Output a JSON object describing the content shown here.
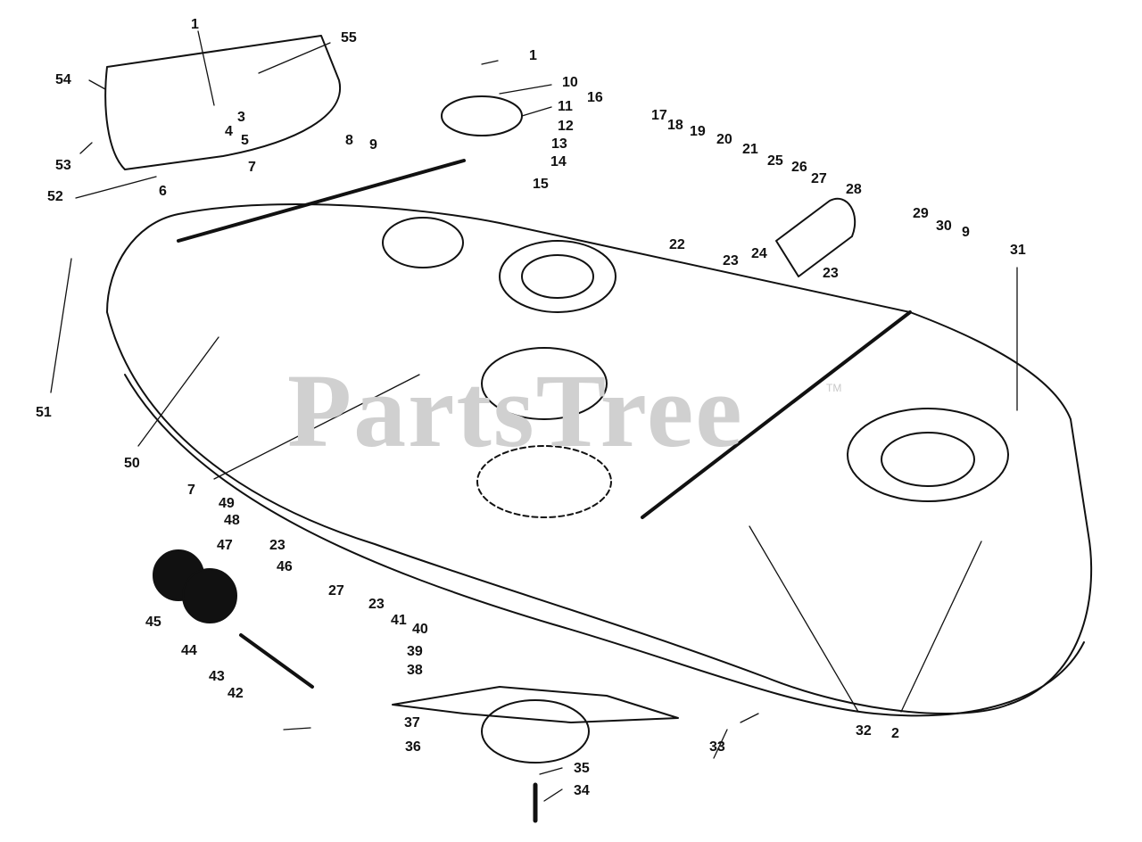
{
  "diagram": {
    "title": "Mower deck assembly exploded parts diagram",
    "watermark": "PartsTree",
    "watermark_tm": "TM",
    "colors": {
      "line": "#111111",
      "background": "#ffffff",
      "watermark": "#d0d0d0"
    },
    "callouts": [
      {
        "id": "c1a",
        "label": "1"
      },
      {
        "id": "c55",
        "label": "55"
      },
      {
        "id": "c54",
        "label": "54"
      },
      {
        "id": "c3",
        "label": "3"
      },
      {
        "id": "c4",
        "label": "4"
      },
      {
        "id": "c5",
        "label": "5"
      },
      {
        "id": "c53",
        "label": "53"
      },
      {
        "id": "c52",
        "label": "52"
      },
      {
        "id": "c6",
        "label": "6"
      },
      {
        "id": "c7a",
        "label": "7"
      },
      {
        "id": "c8",
        "label": "8"
      },
      {
        "id": "c9a",
        "label": "9"
      },
      {
        "id": "c1b",
        "label": "1"
      },
      {
        "id": "c10",
        "label": "10"
      },
      {
        "id": "c11",
        "label": "11"
      },
      {
        "id": "c12",
        "label": "12"
      },
      {
        "id": "c13",
        "label": "13"
      },
      {
        "id": "c14",
        "label": "14"
      },
      {
        "id": "c15",
        "label": "15"
      },
      {
        "id": "c16",
        "label": "16"
      },
      {
        "id": "c17",
        "label": "17"
      },
      {
        "id": "c18",
        "label": "18"
      },
      {
        "id": "c19",
        "label": "19"
      },
      {
        "id": "c20",
        "label": "20"
      },
      {
        "id": "c21",
        "label": "21"
      },
      {
        "id": "c25",
        "label": "25"
      },
      {
        "id": "c26",
        "label": "26"
      },
      {
        "id": "c27a",
        "label": "27"
      },
      {
        "id": "c28",
        "label": "28"
      },
      {
        "id": "c22",
        "label": "22"
      },
      {
        "id": "c23a",
        "label": "23"
      },
      {
        "id": "c24",
        "label": "24"
      },
      {
        "id": "c23b",
        "label": "23"
      },
      {
        "id": "c29",
        "label": "29"
      },
      {
        "id": "c30",
        "label": "30"
      },
      {
        "id": "c9b",
        "label": "9"
      },
      {
        "id": "c31",
        "label": "31"
      },
      {
        "id": "c51",
        "label": "51"
      },
      {
        "id": "c50",
        "label": "50"
      },
      {
        "id": "c7b",
        "label": "7"
      },
      {
        "id": "c49",
        "label": "49"
      },
      {
        "id": "c48",
        "label": "48"
      },
      {
        "id": "c47",
        "label": "47"
      },
      {
        "id": "c23c",
        "label": "23"
      },
      {
        "id": "c46",
        "label": "46"
      },
      {
        "id": "c27b",
        "label": "27"
      },
      {
        "id": "c23d",
        "label": "23"
      },
      {
        "id": "c41",
        "label": "41"
      },
      {
        "id": "c40",
        "label": "40"
      },
      {
        "id": "c45",
        "label": "45"
      },
      {
        "id": "c44",
        "label": "44"
      },
      {
        "id": "c43",
        "label": "43"
      },
      {
        "id": "c42",
        "label": "42"
      },
      {
        "id": "c39",
        "label": "39"
      },
      {
        "id": "c38",
        "label": "38"
      },
      {
        "id": "c37",
        "label": "37"
      },
      {
        "id": "c36",
        "label": "36"
      },
      {
        "id": "c35",
        "label": "35"
      },
      {
        "id": "c34",
        "label": "34"
      },
      {
        "id": "c33",
        "label": "33"
      },
      {
        "id": "c32",
        "label": "32"
      },
      {
        "id": "c2",
        "label": "2"
      }
    ]
  }
}
